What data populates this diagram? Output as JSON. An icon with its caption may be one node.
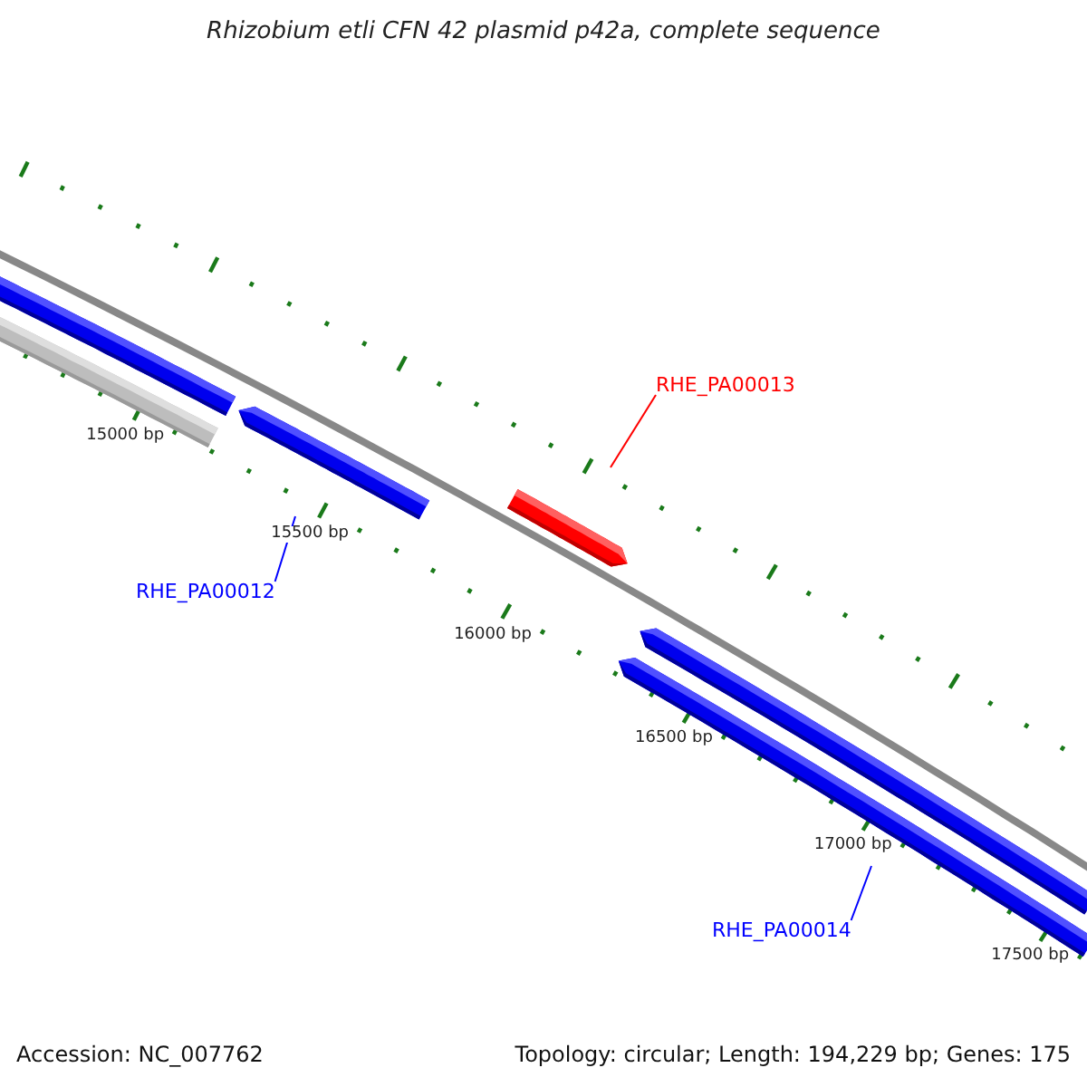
{
  "diagram": {
    "title": "Rhizobium etli CFN 42 plasmid p42a, complete sequence",
    "nodes": [
      {
        "text": [
          "RHE_PA00013"
        ]
      },
      {
        "text": [],
        "shape": "bar"
      },
      {
        "text": [
          "RHE_PA00012"
        ]
      },
      {
        "text": [],
        "shape": "bar"
      },
      {
        "text": [
          "RHE_PA00014"
        ]
      },
      {
        "text": [],
        "shape": "bar"
      }
    ],
    "edges": [
      {
        "from": 0,
        "to": 1,
        "arrow": "none",
        "color": "#ff0000"
      },
      {
        "from": 2,
        "to": 3,
        "arrow": "none"
      },
      {
        "from": 4,
        "to": 5,
        "arrow": "none"
      }
    ],
    "labels": [
      "15000 bp",
      "15500 bp",
      "16000 bp",
      "16500 bp",
      "17000 bp",
      "17500 bp",
      "Accession: NC_007762",
      "Topology: circular; Length: 194,229 bp; Genes: 175"
    ]
  }
}
